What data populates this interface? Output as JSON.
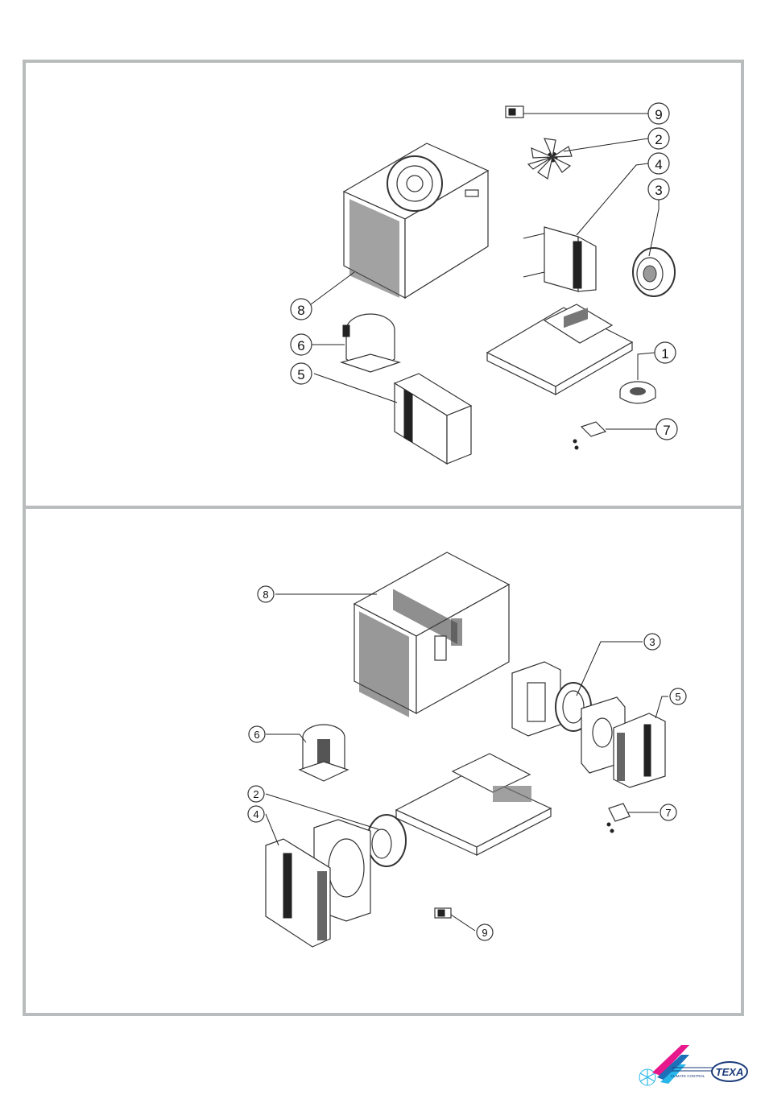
{
  "top_diagram": {
    "callouts": [
      {
        "label": "9"
      },
      {
        "label": "2"
      },
      {
        "label": "4"
      },
      {
        "label": "3"
      },
      {
        "label": "8"
      },
      {
        "label": "6"
      },
      {
        "label": "1"
      },
      {
        "label": "5"
      },
      {
        "label": "7"
      }
    ]
  },
  "bottom_diagram": {
    "callouts": [
      {
        "label": "8"
      },
      {
        "label": "3"
      },
      {
        "label": "5"
      },
      {
        "label": "6"
      },
      {
        "label": "2"
      },
      {
        "label": "4"
      },
      {
        "label": "7"
      },
      {
        "label": "9"
      }
    ]
  },
  "logo": {
    "brand": "TEXA",
    "tagline": "CLIMATE CONTROL",
    "colors": {
      "magenta": "#e6188c",
      "blue": "#1d6fb8",
      "cyan": "#29b6e8",
      "navy": "#1a3b7a"
    }
  }
}
